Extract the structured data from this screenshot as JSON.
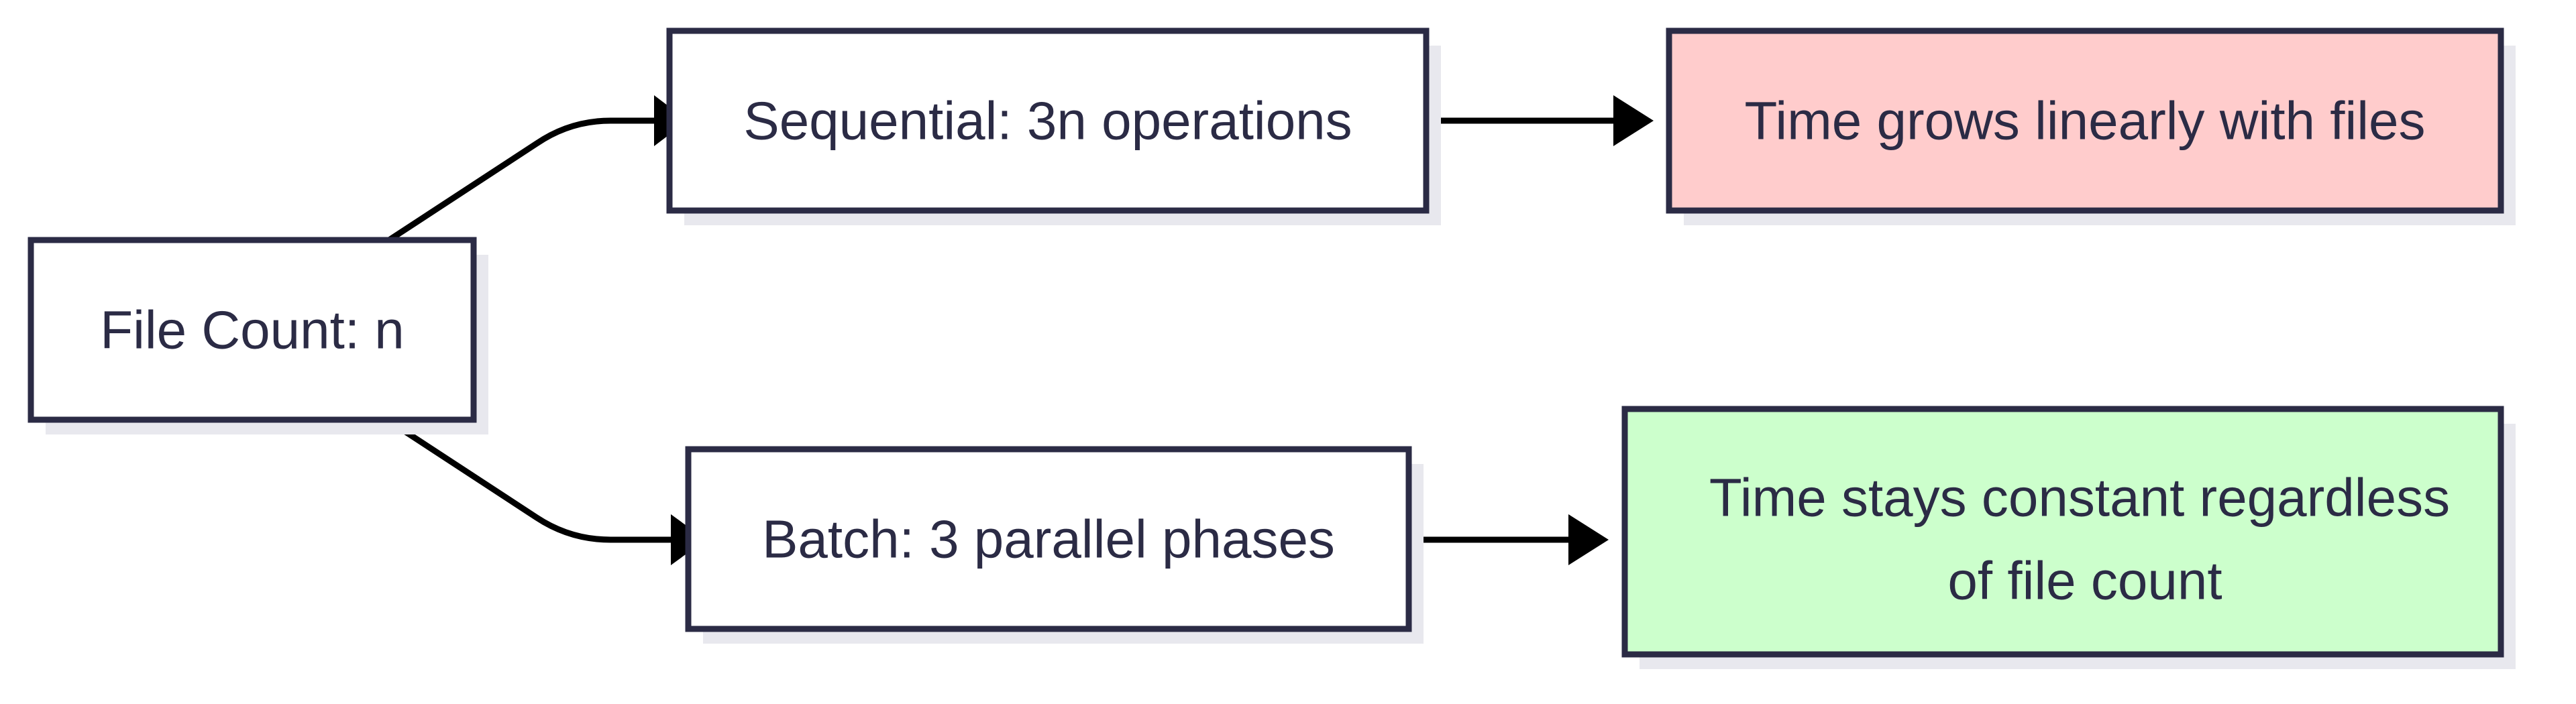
{
  "nodes": {
    "file_count": {
      "label": "File Count: n",
      "fill": "#ffffff"
    },
    "sequential": {
      "label": "Sequential: 3n operations",
      "fill": "#ffffff"
    },
    "linear_result": {
      "label": "Time grows linearly with files",
      "fill": "#ffcccc"
    },
    "batch": {
      "label": "Batch: 3 parallel phases",
      "fill": "#ffffff"
    },
    "constant_result": {
      "lines": [
        "Time stays constant regardless",
        "of file count"
      ],
      "fill": "#ccffcc"
    }
  },
  "colors": {
    "stroke": "#2b2b45",
    "shadow": "#e8e8ee",
    "edge": "#000000",
    "text": "#2b2b45"
  }
}
